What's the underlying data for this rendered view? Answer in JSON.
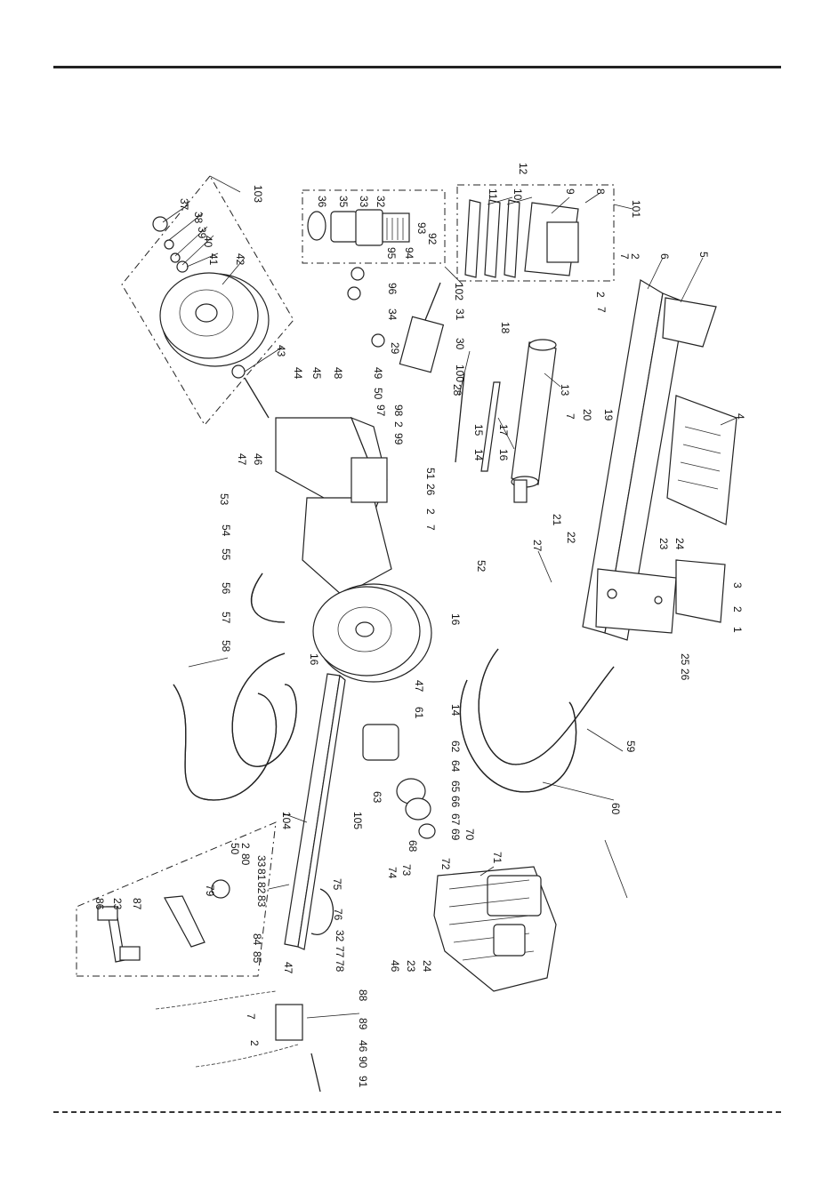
{
  "callouts": [
    {
      "id": "c-103",
      "text": "103"
    },
    {
      "id": "c-36",
      "text": "36"
    },
    {
      "id": "c-35",
      "text": "35"
    },
    {
      "id": "c-33",
      "text": "33"
    },
    {
      "id": "c-32a",
      "text": "32"
    },
    {
      "id": "c-12",
      "text": "12"
    },
    {
      "id": "c-11",
      "text": "11"
    },
    {
      "id": "c-10",
      "text": "10"
    },
    {
      "id": "c-9",
      "text": "9"
    },
    {
      "id": "c-8",
      "text": "8"
    },
    {
      "id": "c-101",
      "text": "101"
    },
    {
      "id": "c-37",
      "text": "37"
    },
    {
      "id": "c-38",
      "text": "38"
    },
    {
      "id": "c-39",
      "text": "39"
    },
    {
      "id": "c-40",
      "text": "40"
    },
    {
      "id": "c-41",
      "text": "41"
    },
    {
      "id": "c-42",
      "text": "42"
    },
    {
      "id": "c-93",
      "text": "93"
    },
    {
      "id": "c-92",
      "text": "92"
    },
    {
      "id": "c-95",
      "text": "95"
    },
    {
      "id": "c-94",
      "text": "94"
    },
    {
      "id": "c-7a",
      "text": "7"
    },
    {
      "id": "c-2a",
      "text": "2"
    },
    {
      "id": "c-6",
      "text": "6"
    },
    {
      "id": "c-5",
      "text": "5"
    },
    {
      "id": "c-102",
      "text": "102"
    },
    {
      "id": "c-96",
      "text": "96"
    },
    {
      "id": "c-2b",
      "text": "2"
    },
    {
      "id": "c-7b",
      "text": "7"
    },
    {
      "id": "c-34",
      "text": "34"
    },
    {
      "id": "c-31",
      "text": "31"
    },
    {
      "id": "c-43",
      "text": "43"
    },
    {
      "id": "c-29",
      "text": "29"
    },
    {
      "id": "c-30",
      "text": "30"
    },
    {
      "id": "c-18",
      "text": "18"
    },
    {
      "id": "c-44",
      "text": "44"
    },
    {
      "id": "c-45",
      "text": "45"
    },
    {
      "id": "c-48",
      "text": "48"
    },
    {
      "id": "c-49",
      "text": "49"
    },
    {
      "id": "c-100",
      "text": "100"
    },
    {
      "id": "c-28",
      "text": "28"
    },
    {
      "id": "c-13",
      "text": "13"
    },
    {
      "id": "c-50",
      "text": "50"
    },
    {
      "id": "c-98",
      "text": "98"
    },
    {
      "id": "c-97",
      "text": "97"
    },
    {
      "id": "c-2c",
      "text": "2"
    },
    {
      "id": "c-99",
      "text": "99"
    },
    {
      "id": "c-7c",
      "text": "7"
    },
    {
      "id": "c-20",
      "text": "20"
    },
    {
      "id": "c-19",
      "text": "19"
    },
    {
      "id": "c-4",
      "text": "4"
    },
    {
      "id": "c-15",
      "text": "15"
    },
    {
      "id": "c-17",
      "text": "17"
    },
    {
      "id": "c-14a",
      "text": "14"
    },
    {
      "id": "c-16a",
      "text": "16"
    },
    {
      "id": "c-46a",
      "text": "46"
    },
    {
      "id": "c-47a",
      "text": "47"
    },
    {
      "id": "c-51",
      "text": "51"
    },
    {
      "id": "c-26a",
      "text": "26"
    },
    {
      "id": "c-53",
      "text": "53"
    },
    {
      "id": "c-21",
      "text": "21"
    },
    {
      "id": "c-22",
      "text": "22"
    },
    {
      "id": "c-23a",
      "text": "23"
    },
    {
      "id": "c-24a",
      "text": "24"
    },
    {
      "id": "c-2d",
      "text": "2"
    },
    {
      "id": "c-7d",
      "text": "7"
    },
    {
      "id": "c-54",
      "text": "54"
    },
    {
      "id": "c-27",
      "text": "27"
    },
    {
      "id": "c-55",
      "text": "55"
    },
    {
      "id": "c-52",
      "text": "52"
    },
    {
      "id": "c-3",
      "text": "3"
    },
    {
      "id": "c-2e",
      "text": "2"
    },
    {
      "id": "c-1",
      "text": "1"
    },
    {
      "id": "c-56",
      "text": "56"
    },
    {
      "id": "c-57",
      "text": "57"
    },
    {
      "id": "c-16b",
      "text": "16"
    },
    {
      "id": "c-25",
      "text": "25"
    },
    {
      "id": "c-26b",
      "text": "26"
    },
    {
      "id": "c-58",
      "text": "58"
    },
    {
      "id": "c-16c",
      "text": "16"
    },
    {
      "id": "c-47b",
      "text": "47"
    },
    {
      "id": "c-61",
      "text": "61"
    },
    {
      "id": "c-14b",
      "text": "14"
    },
    {
      "id": "c-62",
      "text": "62"
    },
    {
      "id": "c-64",
      "text": "64"
    },
    {
      "id": "c-59",
      "text": "59"
    },
    {
      "id": "c-63",
      "text": "63"
    },
    {
      "id": "c-65",
      "text": "65"
    },
    {
      "id": "c-66",
      "text": "66"
    },
    {
      "id": "c-60",
      "text": "60"
    },
    {
      "id": "c-104",
      "text": "104"
    },
    {
      "id": "c-105",
      "text": "105"
    },
    {
      "id": "c-67",
      "text": "67"
    },
    {
      "id": "c-69",
      "text": "69"
    },
    {
      "id": "c-70",
      "text": "70"
    },
    {
      "id": "c-68",
      "text": "68"
    },
    {
      "id": "c-2f",
      "text": "2"
    },
    {
      "id": "c-80",
      "text": "80"
    },
    {
      "id": "c-50b",
      "text": "50"
    },
    {
      "id": "c-33b",
      "text": "33"
    },
    {
      "id": "c-81",
      "text": "81"
    },
    {
      "id": "c-82",
      "text": "82"
    },
    {
      "id": "c-83",
      "text": "83"
    },
    {
      "id": "c-71",
      "text": "71"
    },
    {
      "id": "c-72",
      "text": "72"
    },
    {
      "id": "c-86",
      "text": "86"
    },
    {
      "id": "c-23b",
      "text": "23"
    },
    {
      "id": "c-87",
      "text": "87"
    },
    {
      "id": "c-79",
      "text": "79"
    },
    {
      "id": "c-73",
      "text": "73"
    },
    {
      "id": "c-74",
      "text": "74"
    },
    {
      "id": "c-75",
      "text": "75"
    },
    {
      "id": "c-84",
      "text": "84"
    },
    {
      "id": "c-85",
      "text": "85"
    },
    {
      "id": "c-76",
      "text": "76"
    },
    {
      "id": "c-32b",
      "text": "32"
    },
    {
      "id": "c-77",
      "text": "77"
    },
    {
      "id": "c-78",
      "text": "78"
    },
    {
      "id": "c-47c",
      "text": "47"
    },
    {
      "id": "c-46b",
      "text": "46"
    },
    {
      "id": "c-23c",
      "text": "23"
    },
    {
      "id": "c-24b",
      "text": "24"
    },
    {
      "id": "c-7e",
      "text": "7"
    },
    {
      "id": "c-88",
      "text": "88"
    },
    {
      "id": "c-2g",
      "text": "2"
    },
    {
      "id": "c-89",
      "text": "89"
    },
    {
      "id": "c-46c",
      "text": "46"
    },
    {
      "id": "c-90",
      "text": "90"
    },
    {
      "id": "c-91",
      "text": "91"
    }
  ]
}
